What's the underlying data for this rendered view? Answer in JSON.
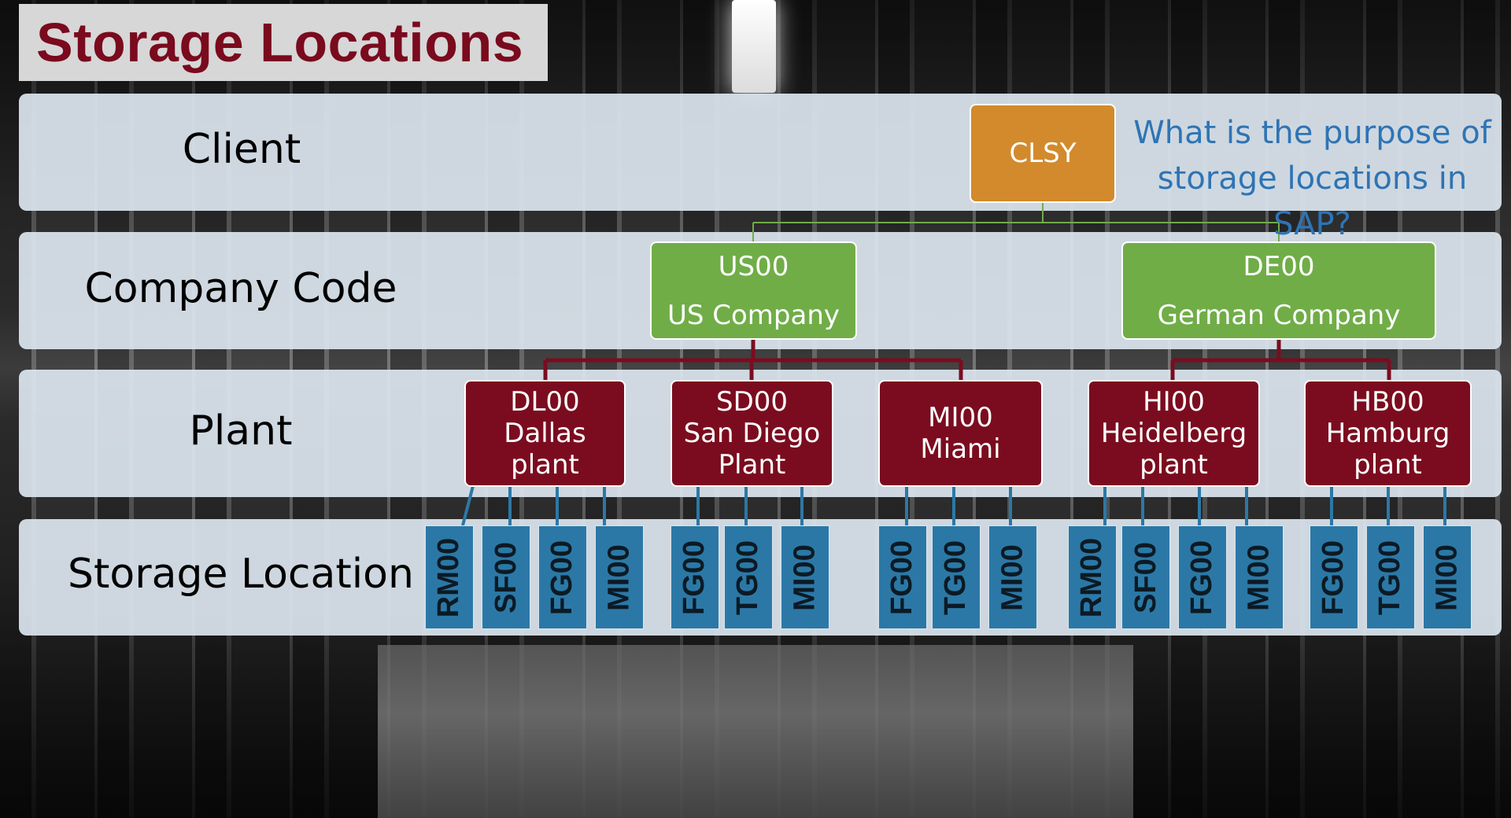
{
  "title": "Storage Locations",
  "levels": {
    "client": "Client",
    "company_code": "Company Code",
    "plant": "Plant",
    "storage_location": "Storage Location"
  },
  "client": {
    "code": "CLSY"
  },
  "question": "What is the purpose of storage locations in SAP?",
  "companies": [
    {
      "code": "US00",
      "name": "US Company"
    },
    {
      "code": "DE00",
      "name": "German Company"
    }
  ],
  "plants": [
    {
      "code": "DL00",
      "name": "Dallas plant",
      "company": "US00",
      "storage_locations": [
        "RM00",
        "SF00",
        "FG00",
        "MI00"
      ]
    },
    {
      "code": "SD00",
      "name": "San Diego Plant",
      "company": "US00",
      "storage_locations": [
        "FG00",
        "TG00",
        "MI00"
      ]
    },
    {
      "code": "MI00",
      "name": "Miami",
      "company": "US00",
      "storage_locations": [
        "FG00",
        "TG00",
        "MI00"
      ]
    },
    {
      "code": "HI00",
      "name": "Heidelberg plant",
      "company": "DE00",
      "storage_locations": [
        "RM00",
        "SF00",
        "FG00",
        "MI00"
      ]
    },
    {
      "code": "HB00",
      "name": "Hamburg plant",
      "company": "DE00",
      "storage_locations": [
        "FG00",
        "TG00",
        "MI00"
      ]
    }
  ],
  "colors": {
    "title": "#7a0a1e",
    "client": "#d28a2c",
    "company": "#70ad47",
    "plant": "#7b0c1f",
    "storage_location": "#2b78a6",
    "question": "#2e74b5"
  }
}
